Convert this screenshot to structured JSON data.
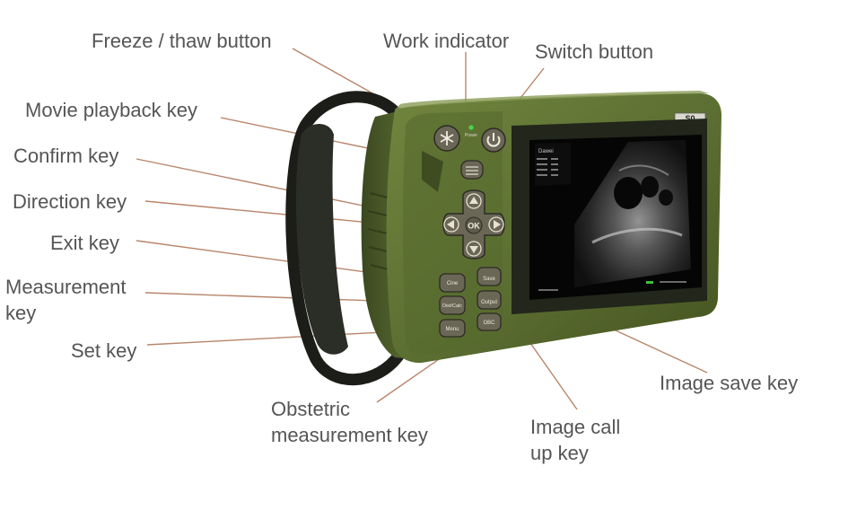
{
  "device": {
    "model_badge": "S0",
    "power_caption": "Power",
    "ok_label": "OK",
    "key_captions": [
      "Cine",
      "Save",
      "Dist/Calc",
      "Output",
      "Menu",
      "OBC"
    ],
    "screen_brand": "Dawei",
    "colors": {
      "body": "#5d7033",
      "body_dark": "#3e4c21",
      "bezel": "#22261b",
      "button": "#6b6757",
      "leader": "#b8856a",
      "text": "#555555"
    }
  },
  "labels": {
    "freeze": "Freeze / thaw button",
    "work": "Work indicator",
    "switch": "Switch button",
    "movie": "Movie playback key",
    "confirm": "Confirm key",
    "direction": "Direction key",
    "exit": "Exit key",
    "measurement": "Measurement\nkey",
    "set": "Set key",
    "obstetric": "Obstetric\nmeasurement key",
    "callup": "Image call\nup key",
    "save": "Image save key"
  }
}
